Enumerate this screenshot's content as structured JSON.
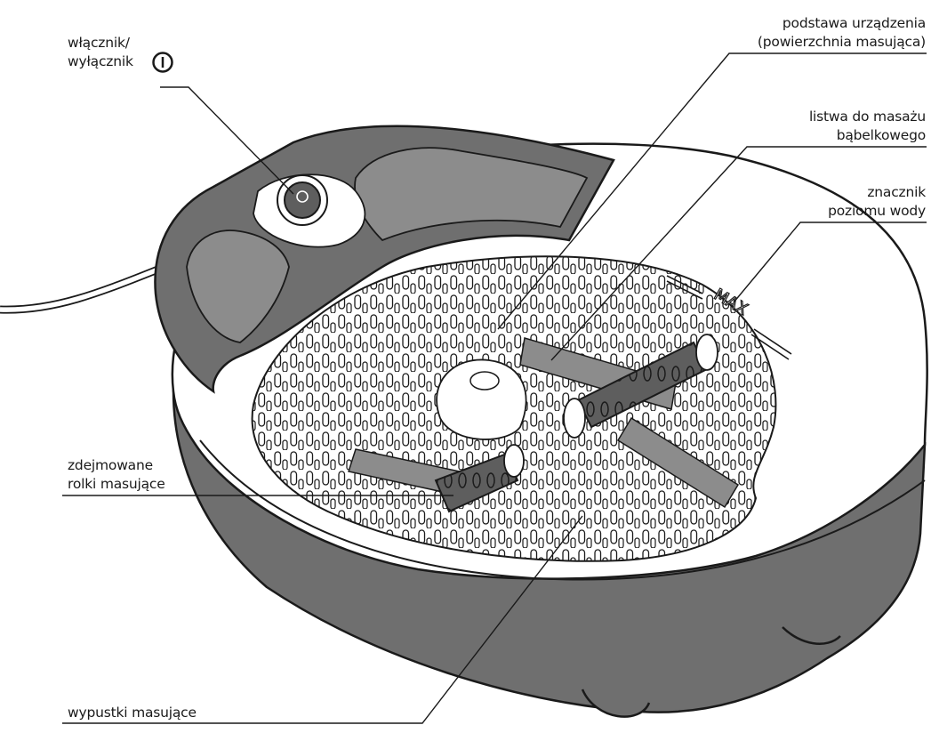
{
  "labels": {
    "power": [
      "włącznik/",
      "wyłącznik"
    ],
    "base": [
      "podstawa urządzenia",
      "(powierzchnia masująca)"
    ],
    "bubble_bar": [
      "listwa do masażu",
      "bąbelkowego"
    ],
    "water_mark": [
      "znacznik",
      "poziomu wody"
    ],
    "rollers": [
      "zdejmowane",
      "rolki masujące"
    ],
    "nubs": [
      "wypustki masujące"
    ],
    "max_mark": "MAX"
  },
  "colors": {
    "dark": "#6f6f6f",
    "mid": "#8c8c8c",
    "light": "#ffffff",
    "line": "#1a1a1a"
  },
  "icons": {
    "power": "power-icon"
  }
}
